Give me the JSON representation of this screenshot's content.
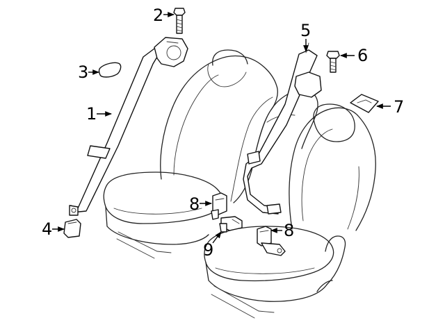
{
  "callouts": [
    {
      "id": "c1",
      "label": "1"
    },
    {
      "id": "c2",
      "label": "2"
    },
    {
      "id": "c3",
      "label": "3"
    },
    {
      "id": "c4",
      "label": "4"
    },
    {
      "id": "c5",
      "label": "5"
    },
    {
      "id": "c6",
      "label": "6"
    },
    {
      "id": "c7",
      "label": "7"
    },
    {
      "id": "c8a",
      "label": "8"
    },
    {
      "id": "c8b",
      "label": "8"
    },
    {
      "id": "c9",
      "label": "9"
    }
  ]
}
